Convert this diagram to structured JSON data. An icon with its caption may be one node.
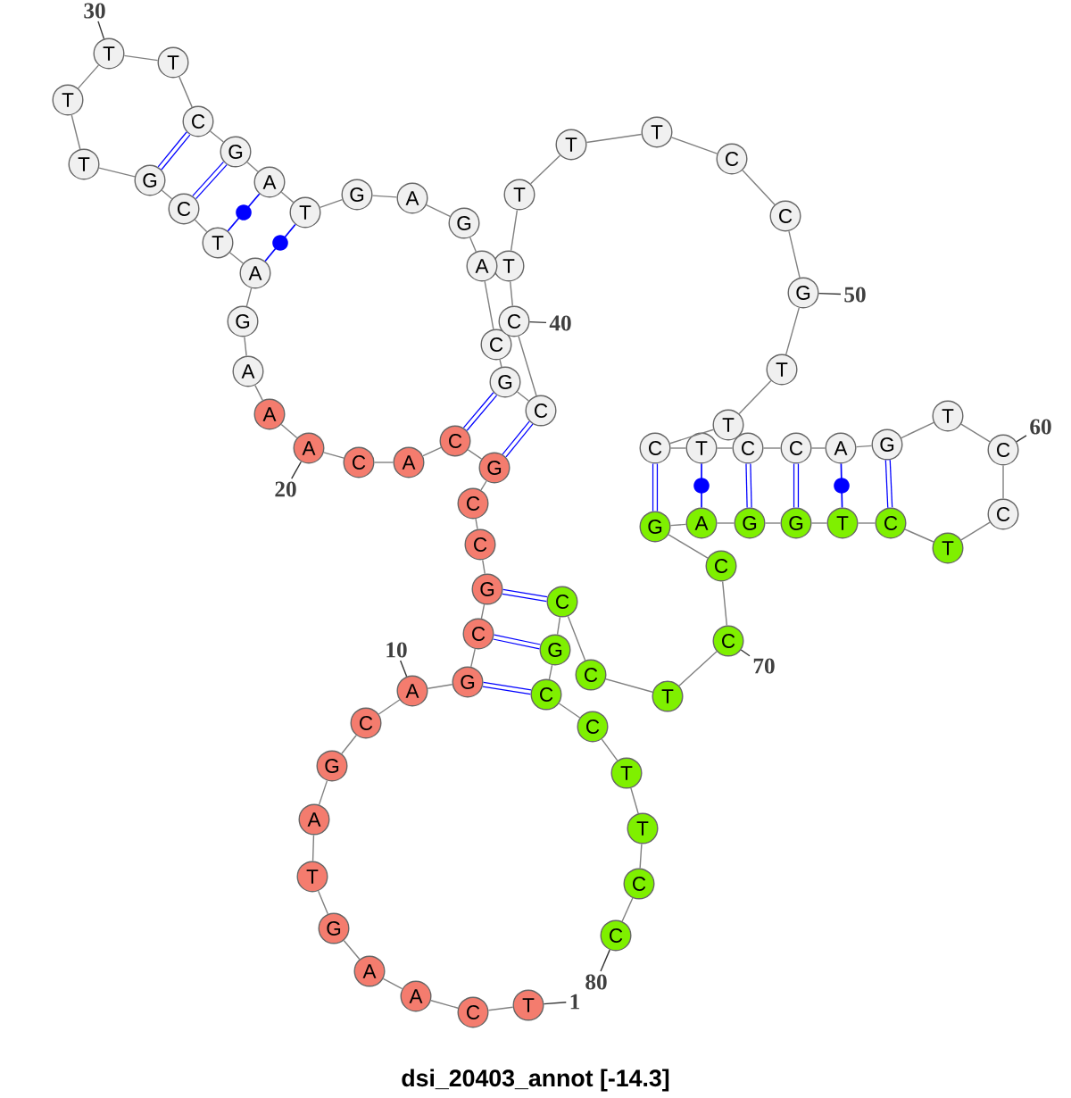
{
  "diagram": {
    "caption": "dsi_20403_annot [-14.3]",
    "nodes": [
      {
        "text": [
          "T"
        ]
      },
      {
        "text": [
          "C"
        ]
      },
      {
        "text": [
          "A"
        ]
      },
      {
        "text": [
          "A"
        ]
      },
      {
        "text": [
          "G"
        ]
      },
      {
        "text": [
          "T"
        ]
      },
      {
        "text": [
          "A"
        ]
      },
      {
        "text": [
          "G"
        ]
      },
      {
        "text": [
          "C"
        ]
      },
      {
        "text": [
          "A"
        ]
      },
      {
        "text": [
          "G"
        ]
      },
      {
        "text": [
          "C"
        ]
      },
      {
        "text": [
          "G"
        ]
      },
      {
        "text": [
          "C"
        ]
      },
      {
        "text": [
          "C"
        ]
      },
      {
        "text": [
          "G"
        ]
      },
      {
        "text": [
          "C"
        ]
      },
      {
        "text": [
          "A"
        ]
      },
      {
        "text": [
          "C"
        ]
      },
      {
        "text": [
          "A"
        ]
      },
      {
        "text": [
          "A"
        ]
      },
      {
        "text": [
          "A"
        ]
      },
      {
        "text": [
          "G"
        ]
      },
      {
        "text": [
          "A"
        ]
      },
      {
        "text": [
          "T"
        ]
      },
      {
        "text": [
          "C"
        ]
      },
      {
        "text": [
          "G"
        ]
      },
      {
        "text": [
          "T"
        ]
      },
      {
        "text": [
          "T"
        ]
      },
      {
        "text": [
          "T"
        ]
      },
      {
        "text": [
          "T"
        ]
      },
      {
        "text": [
          "C"
        ]
      },
      {
        "text": [
          "G"
        ]
      },
      {
        "text": [
          "A"
        ]
      },
      {
        "text": [
          "T"
        ]
      },
      {
        "text": [
          "G"
        ]
      },
      {
        "text": [
          "A"
        ]
      },
      {
        "text": [
          "G"
        ]
      },
      {
        "text": [
          "A"
        ]
      },
      {
        "text": [
          "C"
        ]
      },
      {
        "text": [
          "G"
        ]
      },
      {
        "text": [
          "C"
        ]
      },
      {
        "text": [
          "C"
        ]
      },
      {
        "text": [
          "T"
        ]
      },
      {
        "text": [
          "T"
        ]
      },
      {
        "text": [
          "T"
        ]
      },
      {
        "text": [
          "T"
        ]
      },
      {
        "text": [
          "C"
        ]
      },
      {
        "text": [
          "C"
        ]
      },
      {
        "text": [
          "G"
        ]
      },
      {
        "text": [
          "T"
        ]
      },
      {
        "text": [
          "T"
        ]
      },
      {
        "text": [
          "C"
        ]
      },
      {
        "text": [
          "T"
        ]
      },
      {
        "text": [
          "C"
        ]
      },
      {
        "text": [
          "C"
        ]
      },
      {
        "text": [
          "A"
        ]
      },
      {
        "text": [
          "G"
        ]
      },
      {
        "text": [
          "T"
        ]
      },
      {
        "text": [
          "C"
        ]
      },
      {
        "text": [
          "C"
        ]
      },
      {
        "text": [
          "T"
        ]
      },
      {
        "text": [
          "C"
        ]
      },
      {
        "text": [
          "T"
        ]
      },
      {
        "text": [
          "G"
        ]
      },
      {
        "text": [
          "G"
        ]
      },
      {
        "text": [
          "A"
        ]
      },
      {
        "text": [
          "G"
        ]
      },
      {
        "text": [
          "C"
        ]
      },
      {
        "text": [
          "C"
        ]
      },
      {
        "text": [
          "T"
        ]
      },
      {
        "text": [
          "C"
        ]
      },
      {
        "text": [
          "C"
        ]
      },
      {
        "text": [
          "G"
        ]
      },
      {
        "text": [
          "C"
        ]
      },
      {
        "text": [
          "C"
        ]
      },
      {
        "text": [
          "T"
        ]
      },
      {
        "text": [
          "T"
        ]
      },
      {
        "text": [
          "C"
        ]
      },
      {
        "text": [
          "C"
        ]
      },
      {
        "text": [
          "1"
        ]
      },
      {
        "text": [
          "10"
        ]
      },
      {
        "text": [
          "20"
        ]
      },
      {
        "text": [
          "30"
        ]
      },
      {
        "text": [
          "40"
        ]
      },
      {
        "text": [
          "50"
        ]
      },
      {
        "text": [
          "60"
        ]
      },
      {
        "text": [
          "70"
        ]
      },
      {
        "text": [
          "80"
        ]
      }
    ],
    "edges": [
      {
        "from": 0,
        "to": 1,
        "arrow": "none"
      },
      {
        "from": 1,
        "to": 2,
        "arrow": "none"
      },
      {
        "from": 2,
        "to": 3,
        "arrow": "none"
      },
      {
        "from": 3,
        "to": 4,
        "arrow": "none"
      },
      {
        "from": 4,
        "to": 5,
        "arrow": "none"
      },
      {
        "from": 5,
        "to": 6,
        "arrow": "none"
      },
      {
        "from": 6,
        "to": 7,
        "arrow": "none"
      },
      {
        "from": 7,
        "to": 8,
        "arrow": "none"
      },
      {
        "from": 8,
        "to": 9,
        "arrow": "none"
      },
      {
        "from": 9,
        "to": 10,
        "arrow": "none"
      },
      {
        "from": 10,
        "to": 11,
        "arrow": "none"
      },
      {
        "from": 11,
        "to": 12,
        "arrow": "none"
      },
      {
        "from": 12,
        "to": 13,
        "arrow": "none"
      },
      {
        "from": 13,
        "to": 14,
        "arrow": "none"
      },
      {
        "from": 14,
        "to": 15,
        "arrow": "none"
      },
      {
        "from": 15,
        "to": 16,
        "arrow": "none"
      },
      {
        "from": 16,
        "to": 17,
        "arrow": "none"
      },
      {
        "from": 17,
        "to": 18,
        "arrow": "none"
      },
      {
        "from": 18,
        "to": 19,
        "arrow": "none"
      },
      {
        "from": 19,
        "to": 20,
        "arrow": "none"
      },
      {
        "from": 20,
        "to": 21,
        "arrow": "none"
      },
      {
        "from": 21,
        "to": 22,
        "arrow": "none"
      },
      {
        "from": 22,
        "to": 23,
        "arrow": "none"
      },
      {
        "from": 23,
        "to": 24,
        "arrow": "none"
      },
      {
        "from": 24,
        "to": 25,
        "arrow": "none"
      },
      {
        "from": 25,
        "to": 26,
        "arrow": "none"
      },
      {
        "from": 26,
        "to": 27,
        "arrow": "none"
      },
      {
        "from": 27,
        "to": 28,
        "arrow": "none"
      },
      {
        "from": 28,
        "to": 29,
        "arrow": "none"
      },
      {
        "from": 29,
        "to": 30,
        "arrow": "none"
      },
      {
        "from": 30,
        "to": 31,
        "arrow": "none"
      },
      {
        "from": 31,
        "to": 32,
        "arrow": "none"
      },
      {
        "from": 32,
        "to": 33,
        "arrow": "none"
      },
      {
        "from": 33,
        "to": 34,
        "arrow": "none"
      },
      {
        "from": 34,
        "to": 35,
        "arrow": "none"
      },
      {
        "from": 35,
        "to": 36,
        "arrow": "none"
      },
      {
        "from": 36,
        "to": 37,
        "arrow": "none"
      },
      {
        "from": 37,
        "to": 38,
        "arrow": "none"
      },
      {
        "from": 38,
        "to": 39,
        "arrow": "none"
      },
      {
        "from": 39,
        "to": 40,
        "arrow": "none"
      },
      {
        "from": 40,
        "to": 41,
        "arrow": "none"
      },
      {
        "from": 41,
        "to": 42,
        "arrow": "none"
      },
      {
        "from": 42,
        "to": 43,
        "arrow": "none"
      },
      {
        "from": 43,
        "to": 44,
        "arrow": "none"
      },
      {
        "from": 44,
        "to": 45,
        "arrow": "none"
      },
      {
        "from": 45,
        "to": 46,
        "arrow": "none"
      },
      {
        "from": 46,
        "to": 47,
        "arrow": "none"
      },
      {
        "from": 47,
        "to": 48,
        "arrow": "none"
      },
      {
        "from": 48,
        "to": 49,
        "arrow": "none"
      },
      {
        "from": 49,
        "to": 50,
        "arrow": "none"
      },
      {
        "from": 50,
        "to": 51,
        "arrow": "none"
      },
      {
        "from": 51,
        "to": 52,
        "arrow": "none"
      },
      {
        "from": 52,
        "to": 53,
        "arrow": "none"
      },
      {
        "from": 53,
        "to": 54,
        "arrow": "none"
      },
      {
        "from": 54,
        "to": 55,
        "arrow": "none"
      },
      {
        "from": 55,
        "to": 56,
        "arrow": "none"
      },
      {
        "from": 56,
        "to": 57,
        "arrow": "none"
      },
      {
        "from": 57,
        "to": 58,
        "arrow": "none"
      },
      {
        "from": 58,
        "to": 59,
        "arrow": "none"
      },
      {
        "from": 59,
        "to": 60,
        "arrow": "none"
      },
      {
        "from": 60,
        "to": 61,
        "arrow": "none"
      },
      {
        "from": 61,
        "to": 62,
        "arrow": "none"
      },
      {
        "from": 62,
        "to": 63,
        "arrow": "none"
      },
      {
        "from": 63,
        "to": 64,
        "arrow": "none"
      },
      {
        "from": 64,
        "to": 65,
        "arrow": "none"
      },
      {
        "from": 65,
        "to": 66,
        "arrow": "none"
      },
      {
        "from": 66,
        "to": 67,
        "arrow": "none"
      },
      {
        "from": 67,
        "to": 68,
        "arrow": "none"
      },
      {
        "from": 68,
        "to": 69,
        "arrow": "none"
      },
      {
        "from": 69,
        "to": 70,
        "arrow": "none"
      },
      {
        "from": 70,
        "to": 71,
        "arrow": "none"
      },
      {
        "from": 71,
        "to": 72,
        "arrow": "none"
      },
      {
        "from": 72,
        "to": 73,
        "arrow": "none"
      },
      {
        "from": 73,
        "to": 74,
        "arrow": "none"
      },
      {
        "from": 74,
        "to": 75,
        "arrow": "none"
      },
      {
        "from": 75,
        "to": 76,
        "arrow": "none"
      },
      {
        "from": 76,
        "to": 77,
        "arrow": "none"
      },
      {
        "from": 77,
        "to": 78,
        "arrow": "none"
      },
      {
        "from": 78,
        "to": 79,
        "arrow": "none"
      },
      {
        "from": 10,
        "to": 74,
        "arrow": "none",
        "style": "thick",
        "color": "#0000ff"
      },
      {
        "from": 11,
        "to": 73,
        "arrow": "none",
        "style": "thick",
        "color": "#0000ff"
      },
      {
        "from": 12,
        "to": 72,
        "arrow": "none",
        "style": "thick",
        "color": "#0000ff"
      },
      {
        "from": 15,
        "to": 41,
        "arrow": "none",
        "style": "thick",
        "color": "#0000ff"
      },
      {
        "from": 16,
        "to": 40,
        "arrow": "none",
        "style": "thick",
        "color": "#0000ff"
      },
      {
        "from": 23,
        "to": 34,
        "arrow": "none",
        "color": "#0000ff"
      },
      {
        "from": 24,
        "to": 33,
        "arrow": "none",
        "color": "#0000ff"
      },
      {
        "from": 25,
        "to": 32,
        "arrow": "none",
        "style": "thick",
        "color": "#0000ff"
      },
      {
        "from": 26,
        "to": 31,
        "arrow": "none",
        "style": "thick",
        "color": "#0000ff"
      },
      {
        "from": 52,
        "to": 67,
        "arrow": "none",
        "style": "thick",
        "color": "#0000ff"
      },
      {
        "from": 53,
        "to": 66,
        "arrow": "none",
        "color": "#0000ff"
      },
      {
        "from": 54,
        "to": 65,
        "arrow": "none",
        "style": "thick",
        "color": "#0000ff"
      },
      {
        "from": 55,
        "to": 64,
        "arrow": "none",
        "style": "thick",
        "color": "#0000ff"
      },
      {
        "from": 56,
        "to": 63,
        "arrow": "none",
        "color": "#0000ff"
      },
      {
        "from": 57,
        "to": 62,
        "arrow": "none",
        "style": "thick",
        "color": "#0000ff"
      },
      {
        "from": 80,
        "to": 0,
        "arrow": "none",
        "color": "#333333"
      },
      {
        "from": 81,
        "to": 9,
        "arrow": "none",
        "color": "#333333"
      },
      {
        "from": 82,
        "to": 19,
        "arrow": "none",
        "color": "#333333"
      },
      {
        "from": 83,
        "to": 29,
        "arrow": "none",
        "color": "#333333"
      },
      {
        "from": 84,
        "to": 42,
        "arrow": "none",
        "color": "#333333"
      },
      {
        "from": 85,
        "to": 49,
        "arrow": "none",
        "color": "#333333"
      },
      {
        "from": 86,
        "to": 59,
        "arrow": "none",
        "color": "#333333"
      },
      {
        "from": 87,
        "to": 69,
        "arrow": "none",
        "color": "#333333"
      },
      {
        "from": 88,
        "to": 79,
        "arrow": "none",
        "color": "#333333"
      }
    ]
  }
}
